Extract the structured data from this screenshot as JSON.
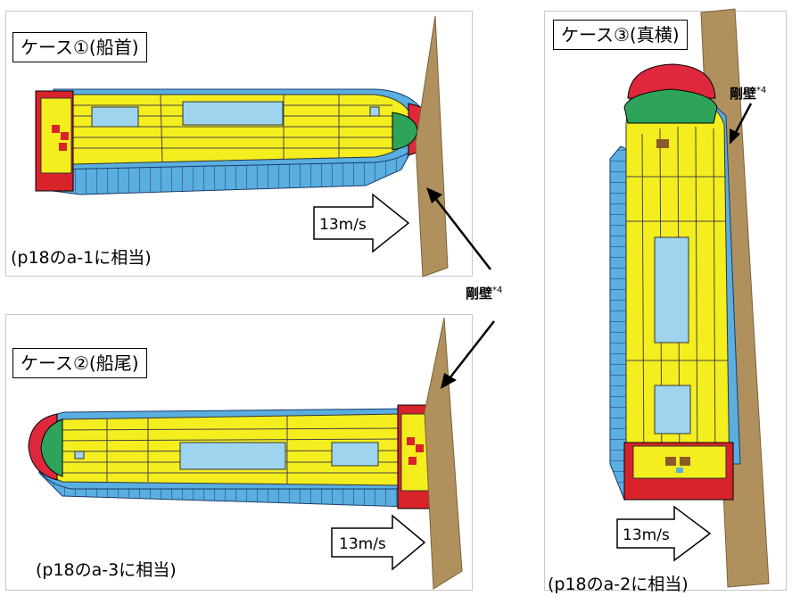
{
  "cases": [
    {
      "label": "ケース①(船首)",
      "ref": "(p18のa-1に相当)"
    },
    {
      "label": "ケース②(船尾)",
      "ref": "(p18のa-3に相当)"
    },
    {
      "label": "ケース③(真横)",
      "ref": "(p18のa-2に相当)"
    }
  ],
  "rigid_wall": {
    "label": "剛壁",
    "footnote": "*4"
  },
  "speed": "13m/s",
  "colors": {
    "deck": "#f4ee1f",
    "hull": "#5aaee0",
    "stern_block": "#d8232a",
    "bow_red": "#e0283c",
    "bow_green": "#2ea45a",
    "hatch": "#9fd4ee",
    "wall": "#b0915e"
  }
}
